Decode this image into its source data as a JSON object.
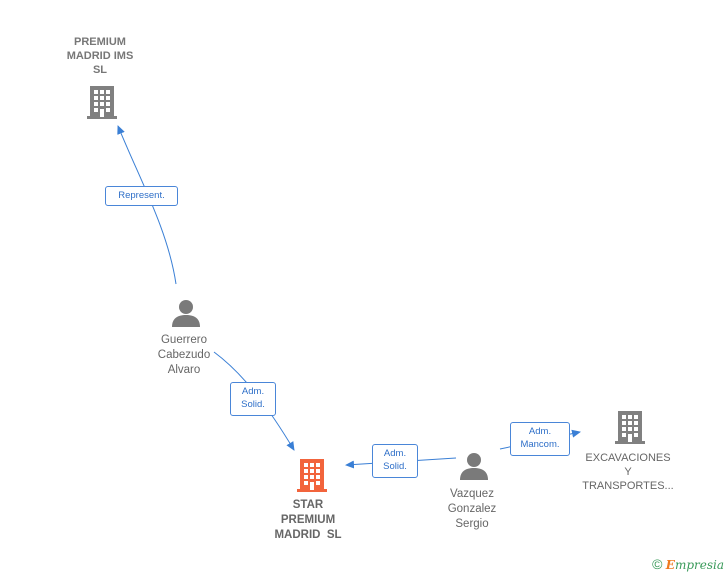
{
  "nodes": {
    "premium_madrid": {
      "label_lines": [
        "PREMIUM",
        "MADRID IMS",
        "SL"
      ],
      "type": "company"
    },
    "star_premium": {
      "label_lines": [
        "STAR",
        "PREMIUM",
        "MADRID  SL"
      ],
      "type": "company",
      "focus": true
    },
    "excavaciones": {
      "label_lines": [
        "EXCAVACIONES",
        "Y",
        "TRANSPORTES..."
      ],
      "type": "company"
    },
    "guerrero": {
      "label_lines": [
        "Guerrero",
        "Cabezudo",
        "Alvaro"
      ],
      "type": "person"
    },
    "vazquez": {
      "label_lines": [
        "Vazquez",
        "Gonzalez",
        "Sergio"
      ],
      "type": "person"
    }
  },
  "edges": [
    {
      "from": "Guerrero Cabezudo Alvaro",
      "to": "PREMIUM MADRID IMS SL",
      "label_lines": [
        "Represent."
      ]
    },
    {
      "from": "Guerrero Cabezudo Alvaro",
      "to": "STAR PREMIUM MADRID SL",
      "label_lines": [
        "Adm.",
        "Solid."
      ]
    },
    {
      "from": "Vazquez Gonzalez Sergio",
      "to": "STAR PREMIUM MADRID SL",
      "label_lines": [
        "Adm.",
        "Solid."
      ]
    },
    {
      "from": "Vazquez Gonzalez Sergio",
      "to": "EXCAVACIONES Y TRANSPORTES...",
      "label_lines": [
        "Adm.",
        "Mancom."
      ]
    }
  ],
  "brand": {
    "copyright": "©",
    "initial": "E",
    "rest": "mpresia"
  },
  "colors": {
    "company_icon": "#808080",
    "focus_icon": "#f2643c",
    "person_icon": "#7a7a7a",
    "edge": "#3a7fd5"
  }
}
